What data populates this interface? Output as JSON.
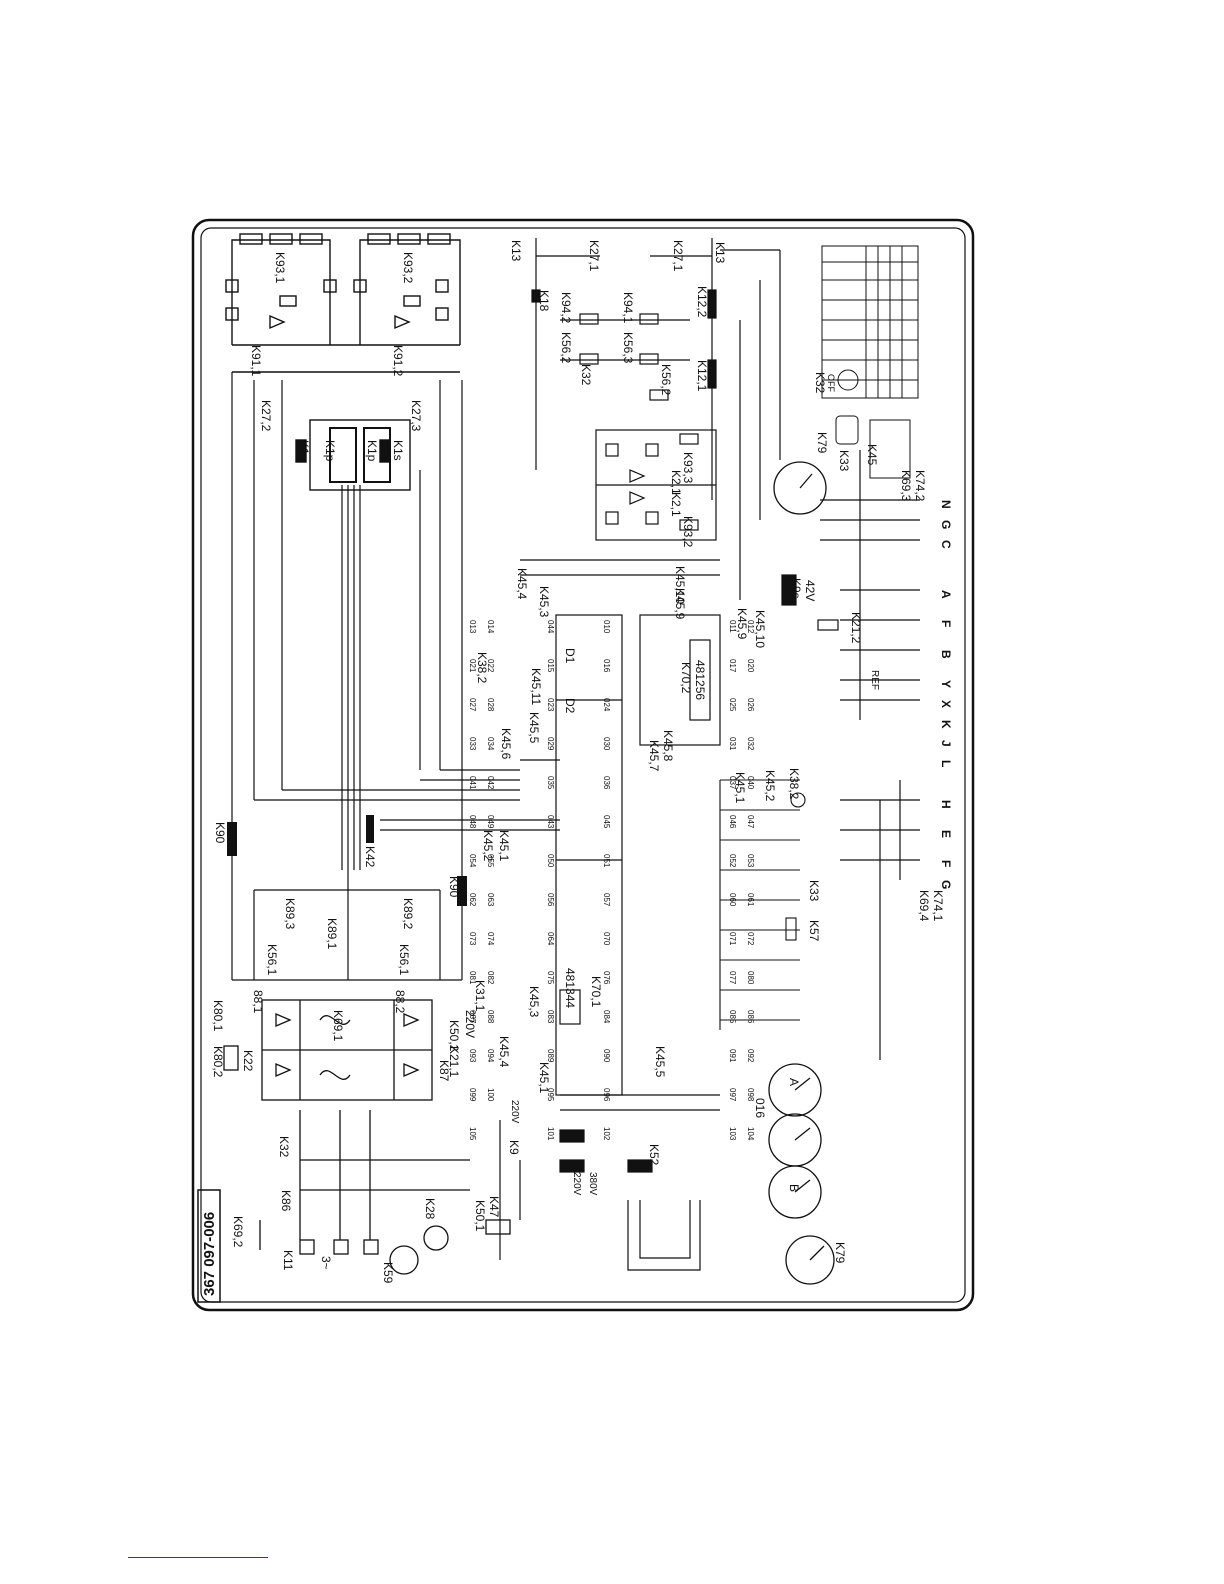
{
  "drawing_number": "367 097-006",
  "rotated_labels": [
    "K93,1",
    "K93,2",
    "K91,1",
    "K91,2",
    "K27,2",
    "K27,3",
    "K1s",
    "K1p",
    "K1p",
    "K1s",
    "K90",
    "K90",
    "K89,3",
    "K89,2",
    "K89,1",
    "K56,1",
    "K56,1",
    "88,1",
    "88,2",
    "K69,1",
    "K80,1",
    "K80,2",
    "K22",
    "K87",
    "K32",
    "K86",
    "K69,2",
    "K11",
    "3~",
    "K59",
    "K28",
    "K50,1",
    "K47",
    "K42",
    "K45,2",
    "K45,1",
    "K45,4",
    "K45,5",
    "K45,6",
    "K45,3",
    "K45,1",
    "K21,1",
    "K50,2",
    "K31,1",
    "220V",
    "K9",
    "K52",
    "K45,5",
    "K70,1",
    "481344",
    "K70,2",
    "481256",
    "K45,7",
    "K45,8",
    "K45,9",
    "K45,10",
    "K45,11",
    "K38,2",
    "D1",
    "D2",
    "K45,4",
    "K45,3",
    "K45,10",
    "K45,9",
    "K13",
    "K27,1",
    "K18",
    "K94,2",
    "K94,1",
    "K56,2",
    "K56,3",
    "K56,2",
    "K32",
    "K12,2",
    "K12,1",
    "K13",
    "K27,1",
    "K93,3",
    "K2,1",
    "K2,1",
    "K93,2",
    "K79",
    "K33",
    "K45",
    "K69,3",
    "K74,2",
    "K32",
    "OFF",
    "K9s",
    "42V",
    "K21,2",
    "REF",
    "K45,1",
    "K45,2",
    "K38,2",
    "K33",
    "K57",
    "K69,4",
    "K74,1",
    "K79",
    "A",
    "B",
    "016",
    "380V",
    "220V",
    "220V"
  ],
  "wire_numbers": [
    "044",
    "010",
    "011",
    "012",
    "013",
    "014",
    "015",
    "016",
    "017",
    "020",
    "021",
    "022",
    "023",
    "024",
    "025",
    "026",
    "027",
    "028",
    "029",
    "030",
    "031",
    "032",
    "033",
    "034",
    "035",
    "036",
    "037",
    "040",
    "041",
    "042",
    "043",
    "045",
    "046",
    "047",
    "048",
    "049",
    "050",
    "051",
    "052",
    "053",
    "054",
    "055",
    "056",
    "057",
    "060",
    "061",
    "062",
    "063",
    "064",
    "070",
    "071",
    "072",
    "073",
    "074",
    "075",
    "076",
    "077",
    "080",
    "081",
    "082",
    "083",
    "084",
    "085",
    "086",
    "087",
    "088",
    "089",
    "090",
    "091",
    "092",
    "093",
    "094",
    "095",
    "096",
    "097",
    "098",
    "099",
    "100",
    "101",
    "102",
    "103",
    "104",
    "105"
  ],
  "terminal_letters": [
    "N",
    "G",
    "C",
    "A",
    "F",
    "B",
    "Y",
    "X",
    "K",
    "J",
    "L",
    "H",
    "E",
    "F",
    "G"
  ],
  "diagram": {
    "page_size": [
      1224,
      1584
    ]
  }
}
